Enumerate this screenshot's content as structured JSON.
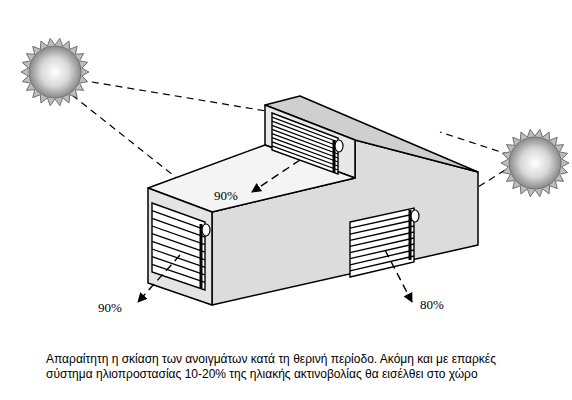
{
  "diagram": {
    "caption": "Απαραίτητη η σκίαση των ανοιγμάτων κατά τη θερινή περίοδο. Ακόμη και με επαρκές σύστημα ηλιοπροστασίας 10-20% της ηλιακής ακτινοβολίας θα εισέλθει στο χώρο",
    "labels": [
      "90%",
      "90%",
      "80%"
    ]
  }
}
